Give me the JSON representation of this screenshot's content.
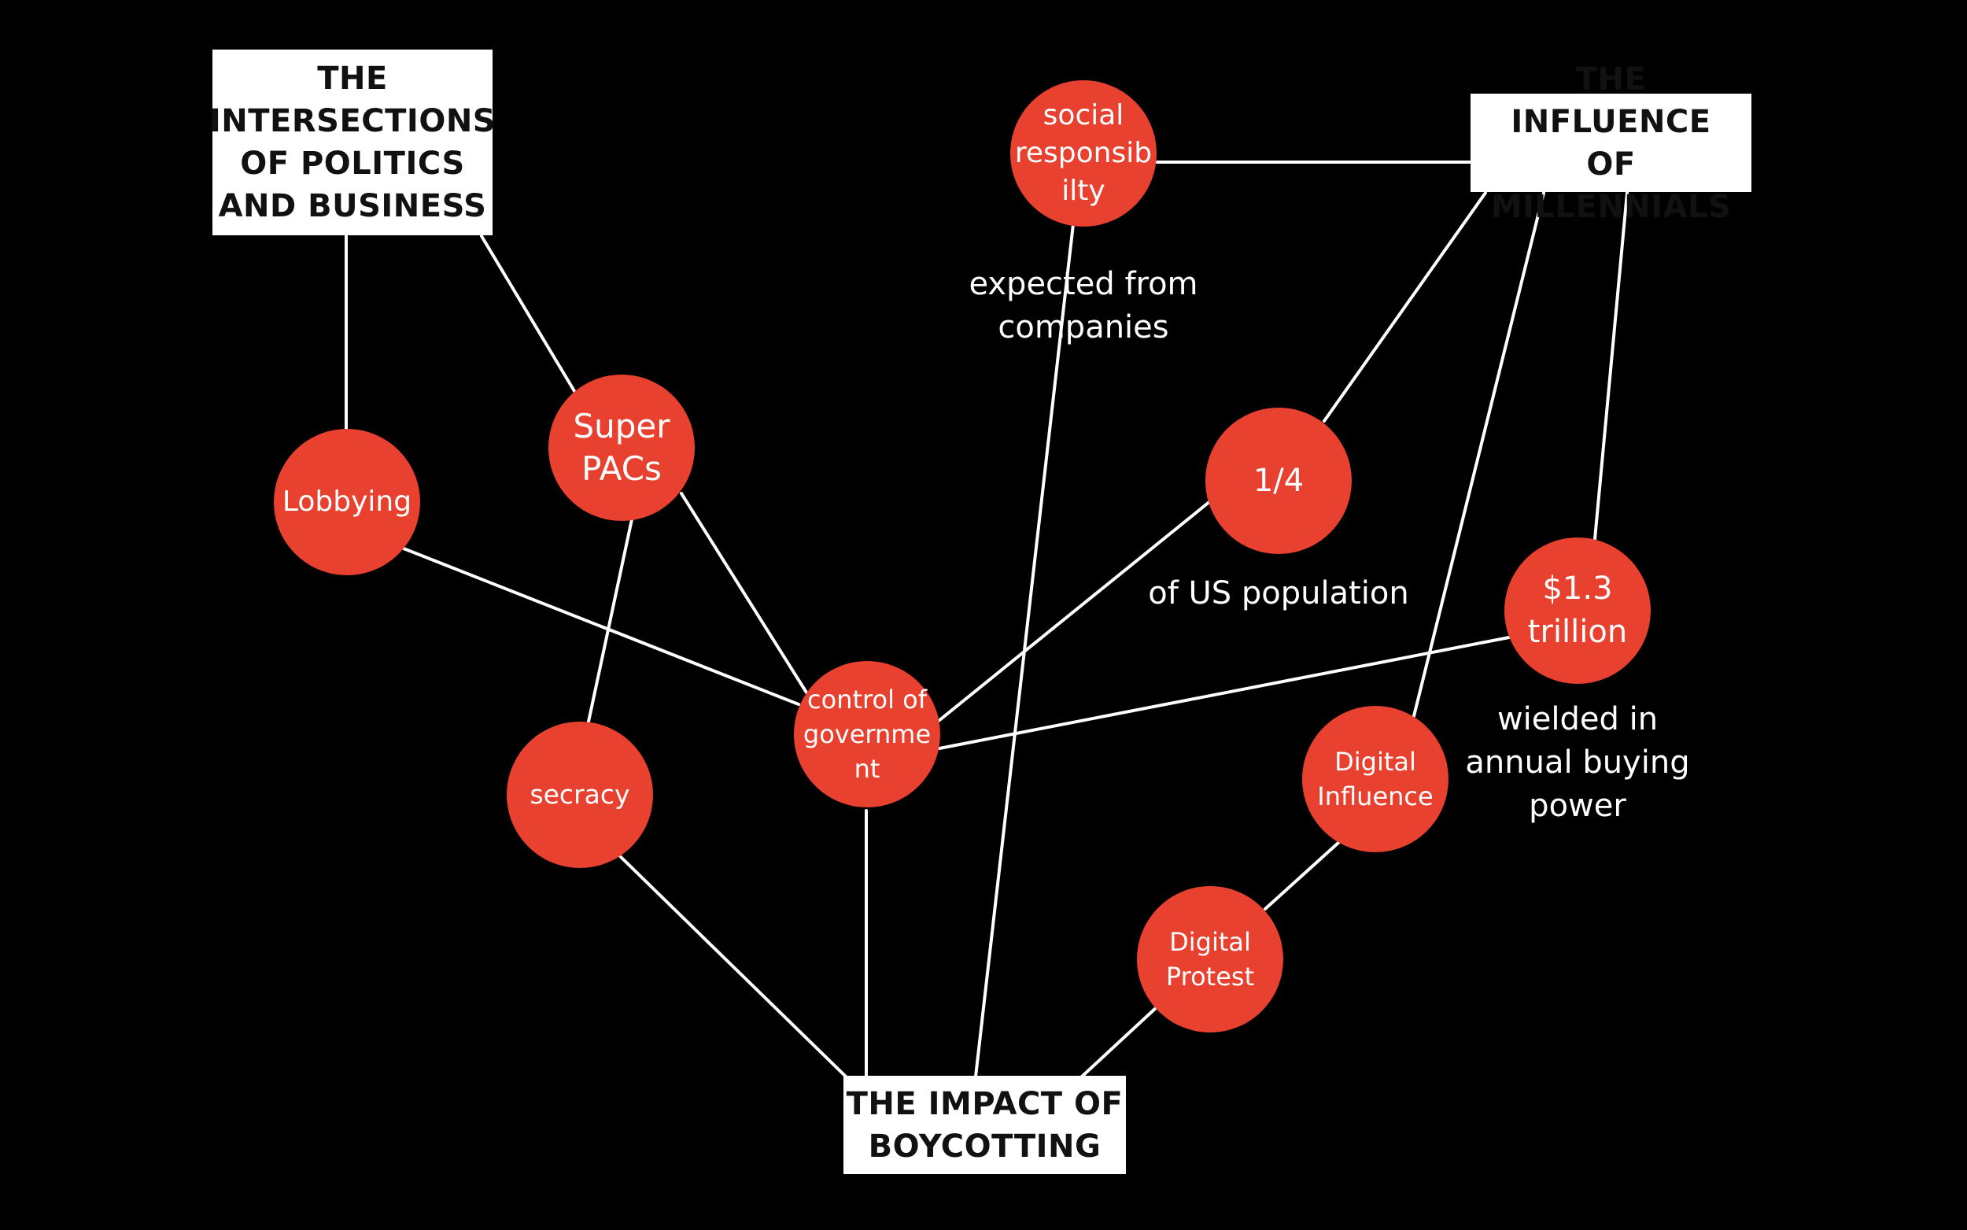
{
  "colors": {
    "background": "#000000",
    "node_fill": "#e8412f",
    "box_fill": "#ffffff",
    "line": "#ffffff"
  },
  "boxes": {
    "politics": "THE\nINTERSECTIONS\nOF POLITICS\nAND BUSINESS",
    "millennials": "THE INFLUENCE\nOF MILLENNIALS",
    "boycotting": "THE IMPACT OF\nBOYCOTTING"
  },
  "nodes": {
    "social": "social\nresponsib\nilty",
    "lobbying": "Lobbying",
    "superpacs": "Super\nPACs",
    "quarter": "1/4",
    "trillion": "$1.3\ntrillion",
    "control": "control of\ngovernme\nnt",
    "secracy": "secracy",
    "digital_influence": "Digital\nInfluence",
    "digital_protest": "Digital\nProtest"
  },
  "notes": {
    "social": "expected from\ncompanies",
    "quarter": "of US population",
    "trillion": "wielded in\nannual buying\npower"
  }
}
